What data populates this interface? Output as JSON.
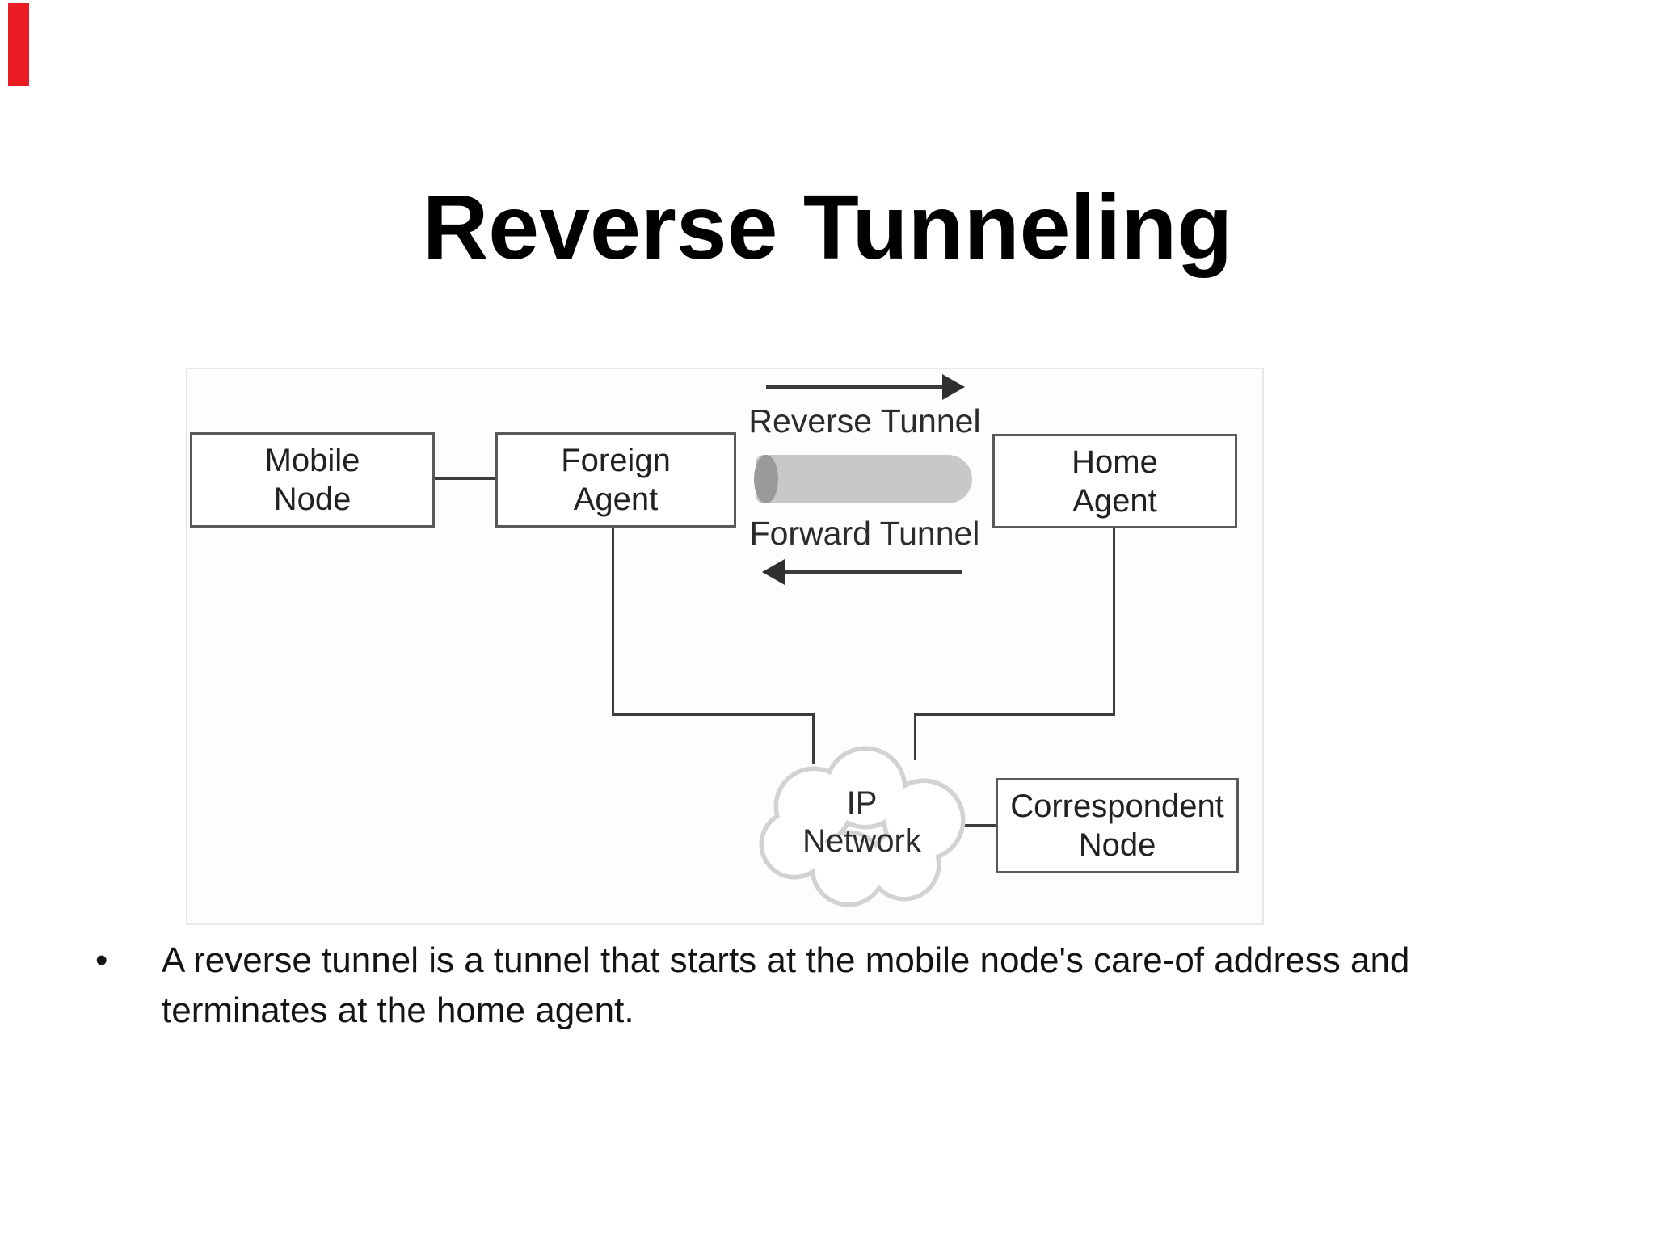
{
  "marker": {
    "color": "#ea1c23"
  },
  "title": "Reverse Tunneling",
  "diagram": {
    "mobile_node": {
      "line1": "Mobile",
      "line2": "Node"
    },
    "foreign_agent": {
      "line1": "Foreign",
      "line2": "Agent"
    },
    "home_agent": {
      "line1": "Home",
      "line2": "Agent"
    },
    "correspondent_node": {
      "line1": "Correspondent",
      "line2": "Node"
    },
    "ip_network": {
      "line1": "IP",
      "line2": "Network"
    },
    "reverse_tunnel_label": "Reverse Tunnel",
    "forward_tunnel_label": "Forward Tunnel",
    "colors": {
      "box_border": "#58595b",
      "connector_line": "#3c3c3c",
      "tunnel_body": "#c8c8c8",
      "tunnel_cap": "#9a9a9a",
      "cloud_outline": "#d2d2d2"
    }
  },
  "bullet": {
    "glyph": "•",
    "line1": "A reverse tunnel is a tunnel that starts at the mobile node's care-of address and",
    "line2": "terminates at the home agent."
  }
}
